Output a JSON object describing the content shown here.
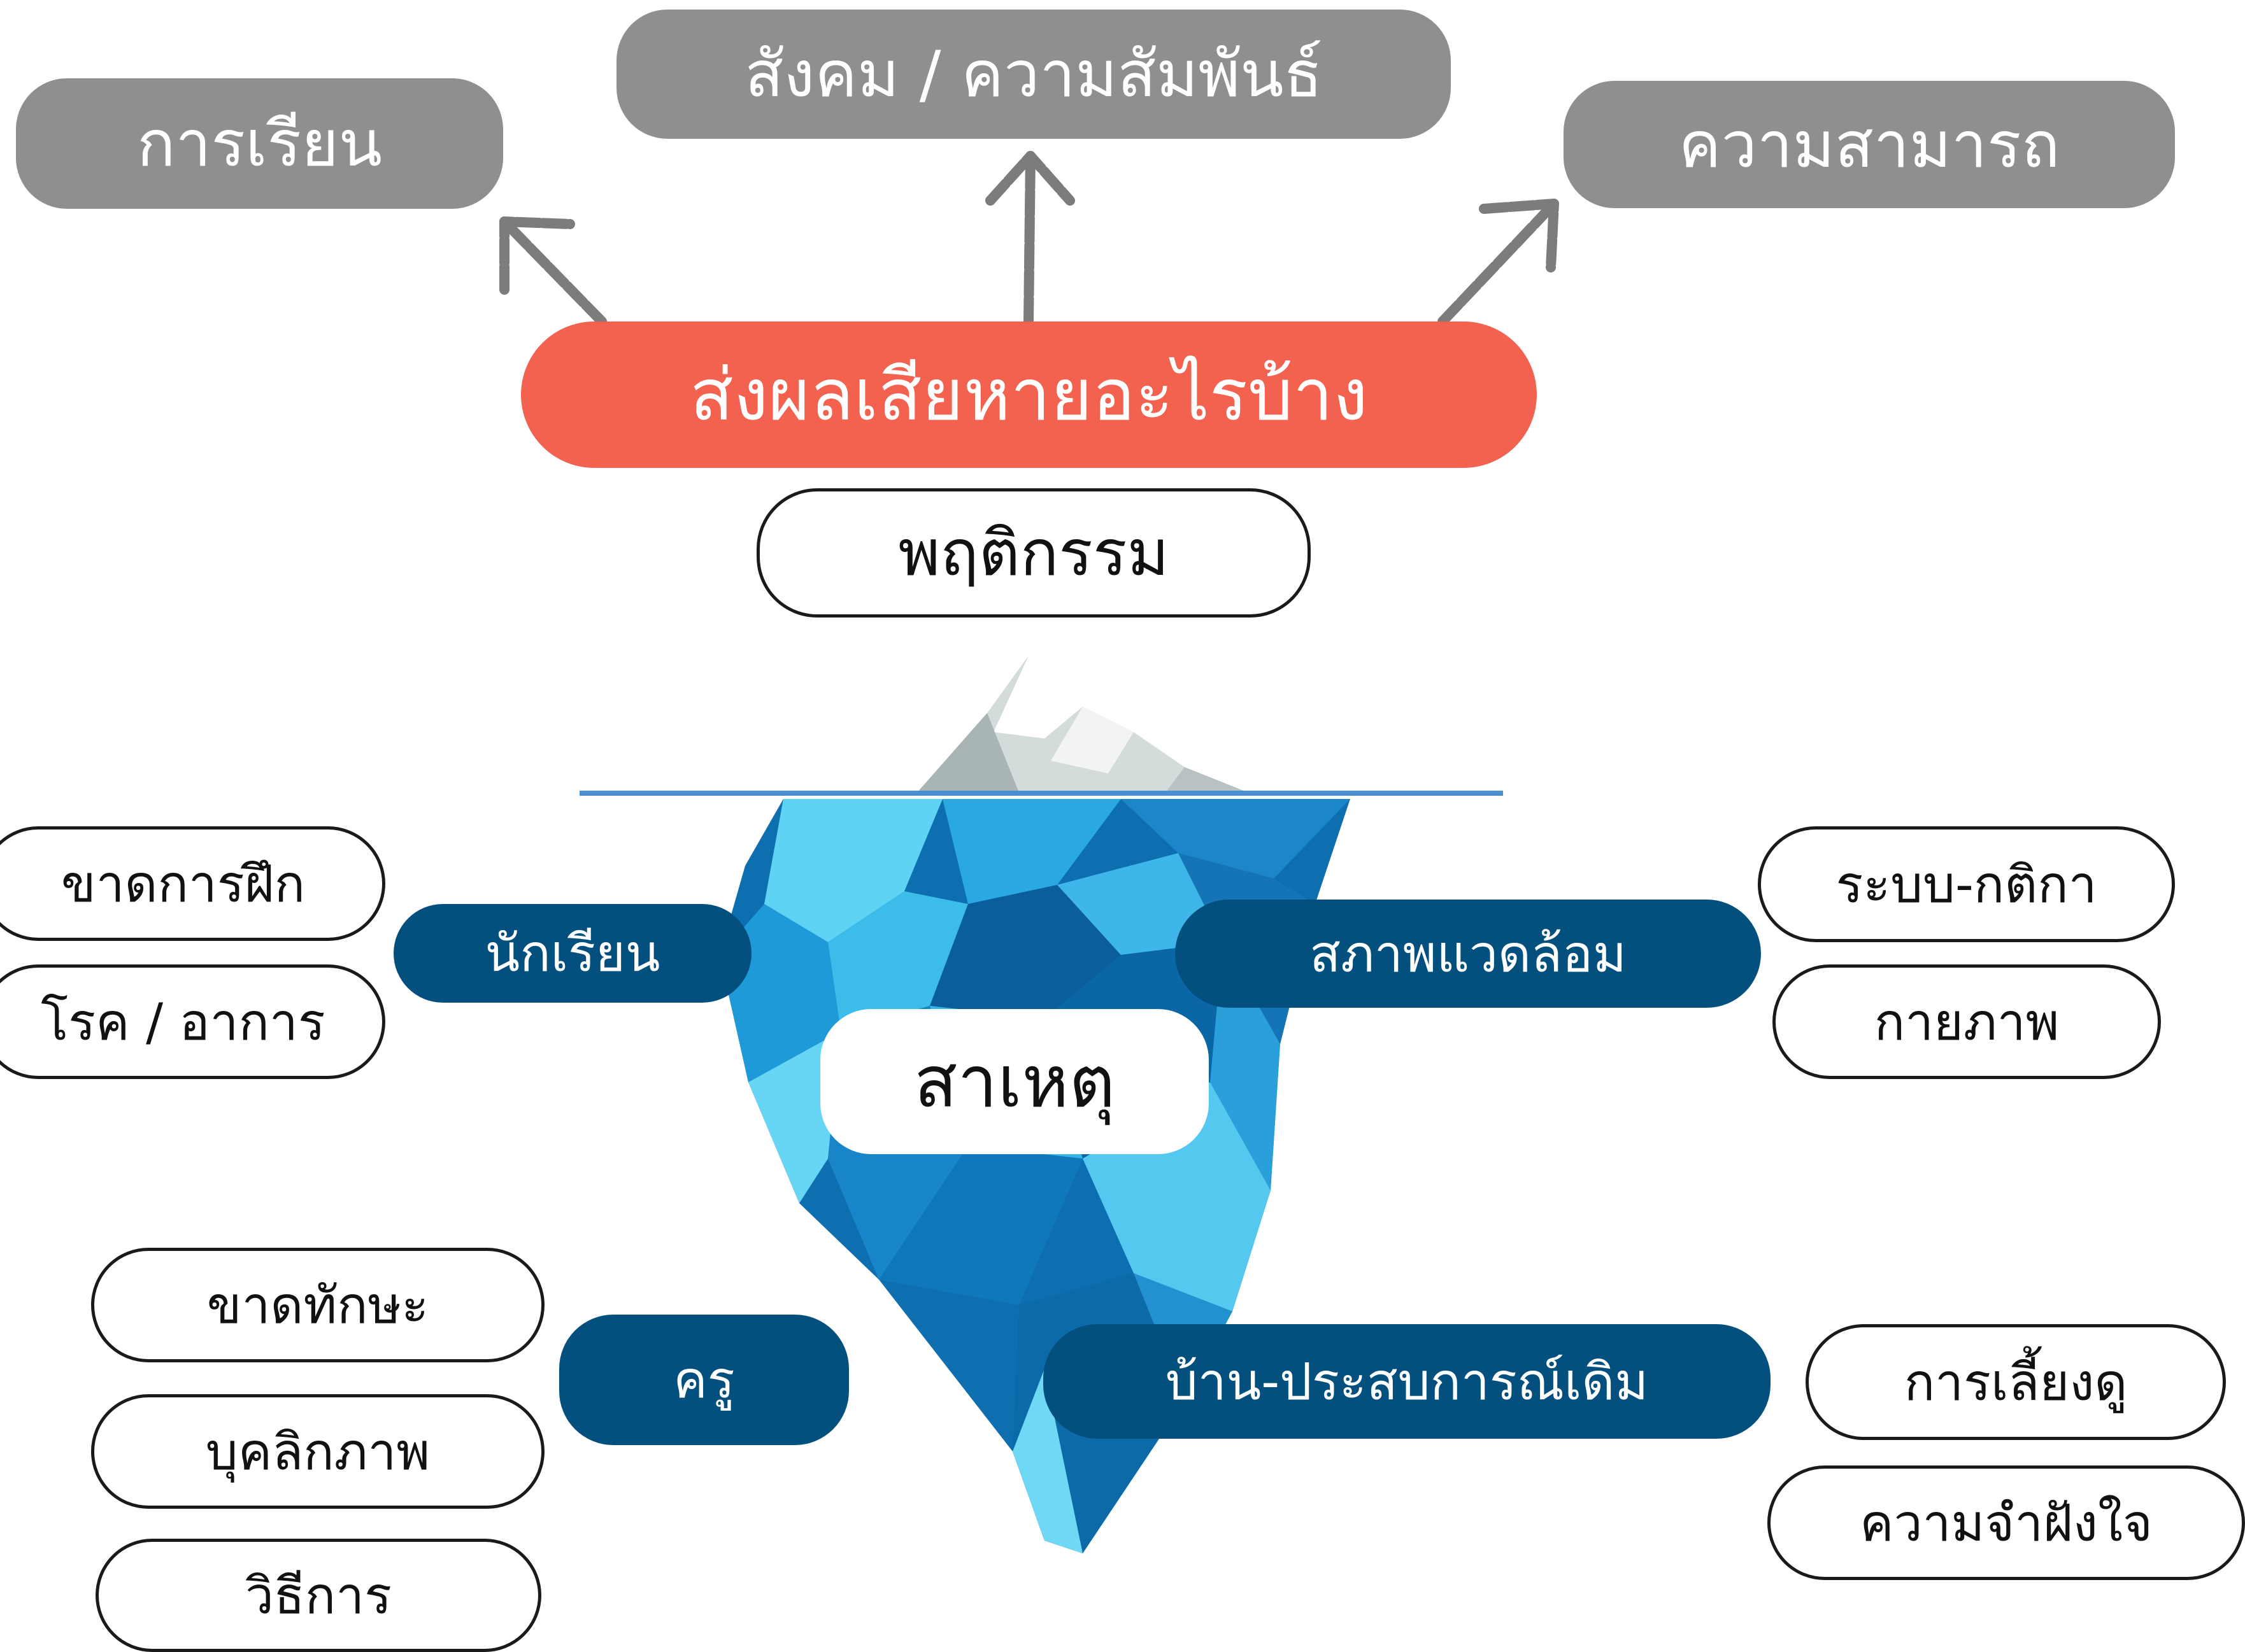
{
  "effects": {
    "learning": "การเรียน",
    "social": "สังคม / ความสัมพันธ์",
    "ability": "ความสามารถ"
  },
  "question": "ส่งผลเสียหายอะไรบ้าง",
  "behavior": "พฤติกรรม",
  "cause": "สาเหตุ",
  "factors": {
    "student": {
      "label": "นักเรียน",
      "items": [
        "ขาดการฝึก",
        "โรค / อาการ"
      ]
    },
    "environment": {
      "label": "สภาพแวดล้อม",
      "items": [
        "ระบบ-กติกา",
        "กายภาพ"
      ]
    },
    "teacher": {
      "label": "ครู",
      "items": [
        "ขาดทักษะ",
        "บุคลิกภาพ",
        "วิธีการ"
      ]
    },
    "home": {
      "label": "บ้าน-ประสบการณ์เดิม",
      "items": [
        "การเลี้ยงดู",
        "ความจำฝังใจ"
      ]
    }
  },
  "colors": {
    "effect_box": "#8f8f8f",
    "question_box": "#f2624f",
    "factor_box": "#034f7d",
    "iceberg_dark": "#0e6fb0",
    "iceberg_light": "#5fd3f3",
    "arrow": "#7c7c7c"
  },
  "icons": [
    "iceberg-illustration",
    "hand-drawn-arrow"
  ]
}
